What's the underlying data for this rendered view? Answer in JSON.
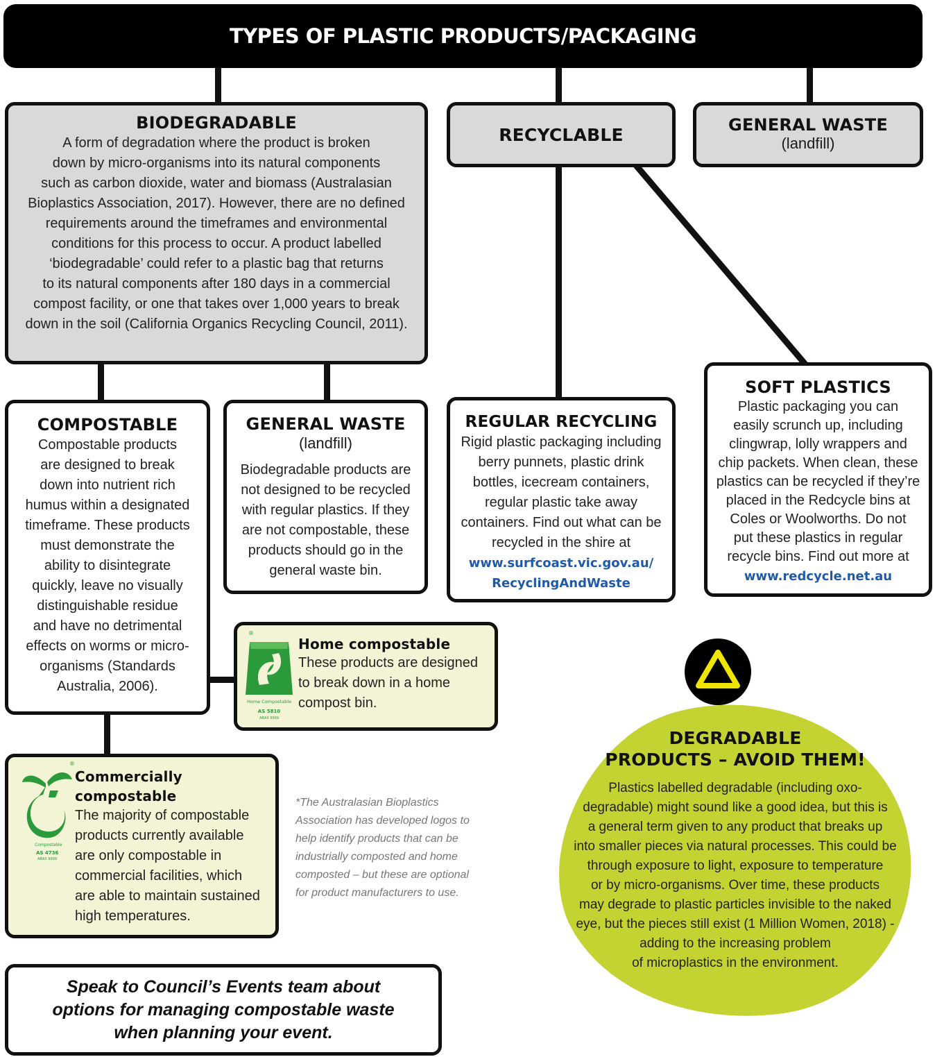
{
  "title": "TYPES OF PLASTIC PRODUCTS/PACKAGING",
  "biodegradable": {
    "heading": "BIODEGRADABLE",
    "lines": [
      "A form of degradation where the product is broken",
      "down by  micro-organisms into its natural components",
      "such as carbon dioxide, water and biomass (Australasian",
      "Bioplastics Association, 2017). However, there are no defined",
      "requirements around the timeframes and environmental",
      "conditions for this process to occur. A product labelled",
      "‘biodegradable’ could refer to a plastic bag that returns",
      "to its natural components after 180 days in a commercial",
      "compost facility, or one that takes over 1,000 years to break",
      "down in the soil (California Organics Recycling Council, 2011)."
    ]
  },
  "recyclable": {
    "heading": "RECYCLABLE"
  },
  "general_waste_top": {
    "heading": "GENERAL WASTE",
    "sub": "(landfill)"
  },
  "compostable": {
    "heading": "COMPOSTABLE",
    "lines": [
      "Compostable products",
      "are designed to break",
      "down into nutrient rich",
      "humus within a designated",
      "timeframe. These products",
      "must demonstrate the",
      "ability to disintegrate",
      "quickly, leave no visually",
      "distinguishable residue",
      "and have no detrimental",
      "effects on worms or micro-",
      "organisms (Standards",
      "Australia, 2006)."
    ]
  },
  "general_waste_mid": {
    "heading": "GENERAL WASTE",
    "sub": "(landfill)",
    "lines": [
      "Biodegradable products are",
      "not designed to be recycled",
      "with regular plastics. If they",
      "are not compostable, these",
      "products should go in the",
      "general waste bin."
    ]
  },
  "regular_recycling": {
    "heading": "REGULAR RECYCLING",
    "lines": [
      "Rigid plastic packaging including",
      "berry punnets, plastic drink",
      "bottles, icecream containers,",
      "regular plastic take away",
      "containers. Find out what can be",
      "recycled in the shire at"
    ],
    "links": [
      "www.surfcoast.vic.gov.au/",
      "RecyclingAndWaste"
    ]
  },
  "soft_plastics": {
    "heading": "SOFT PLASTICS",
    "lines": [
      "Plastic packaging you can",
      "easily scrunch up, including",
      "clingwrap, lolly wrappers and",
      "chip packets. When clean, these",
      "plastics can be recycled if they’re",
      "placed in the Redcycle bins at",
      "Coles or Woolworths. Do not",
      "put these plastics in regular",
      "recycle bins. Find out more at"
    ],
    "link": "www.redcycle.net.au"
  },
  "home_compostable": {
    "heading": "Home compostable",
    "lines": [
      "These products are designed",
      "to break down in a home",
      "compost bin."
    ],
    "logo": {
      "caption": "Home Compostable",
      "code": "AS 5810",
      "sub": "ABAX 9999",
      "mark": "®"
    }
  },
  "commercially_compostable": {
    "heading_lines": [
      "Commercially",
      "compostable"
    ],
    "lines": [
      "The majority of compostable",
      "products currently available",
      "are only compostable in",
      "commercial facilities, which",
      "are able to maintain sustained",
      "high temperatures."
    ],
    "logo": {
      "caption": "Compostable",
      "code": "AS 4736",
      "sub": "ABAX 9999",
      "mark": "®"
    }
  },
  "footnote": {
    "lines": [
      "*The Australasian Bioplastics",
      "Association has developed logos to",
      "help identify products that can be",
      "industrially composted and home",
      "composted – but these are optional",
      "for product manufacturers to use."
    ]
  },
  "degradable": {
    "heading_lines": [
      "DEGRADABLE",
      "PRODUCTS – AVOID THEM!"
    ],
    "lines": [
      "Plastics labelled degradable (including oxo-",
      "degradable) might sound like a good idea, but this is",
      "a general term given to any product that breaks up",
      "into smaller pieces via natural processes. This could be",
      "through exposure to light, exposure to temperature",
      "or by micro-organisms. Over time, these products",
      "may degrade to plastic particles invisible to the naked",
      "eye, but the pieces still exist (1 Million Women, 2018) -",
      "adding to the increasing problem",
      "of microplastics in the environment."
    ],
    "icon": "warning-triangle-icon"
  },
  "council_note": {
    "lines": [
      "Speak to Council’s Events team about",
      "options for managing compostable waste",
      "when planning your event."
    ]
  },
  "colors": {
    "title_bg": "#000000",
    "box_grey": "#d9d9d9",
    "box_cream": "#f3f4d6",
    "link_blue": "#1f5aa8",
    "lime": "#c5d332",
    "warning_yellow": "#f0e500",
    "logo_green": "#2a9a3a"
  }
}
